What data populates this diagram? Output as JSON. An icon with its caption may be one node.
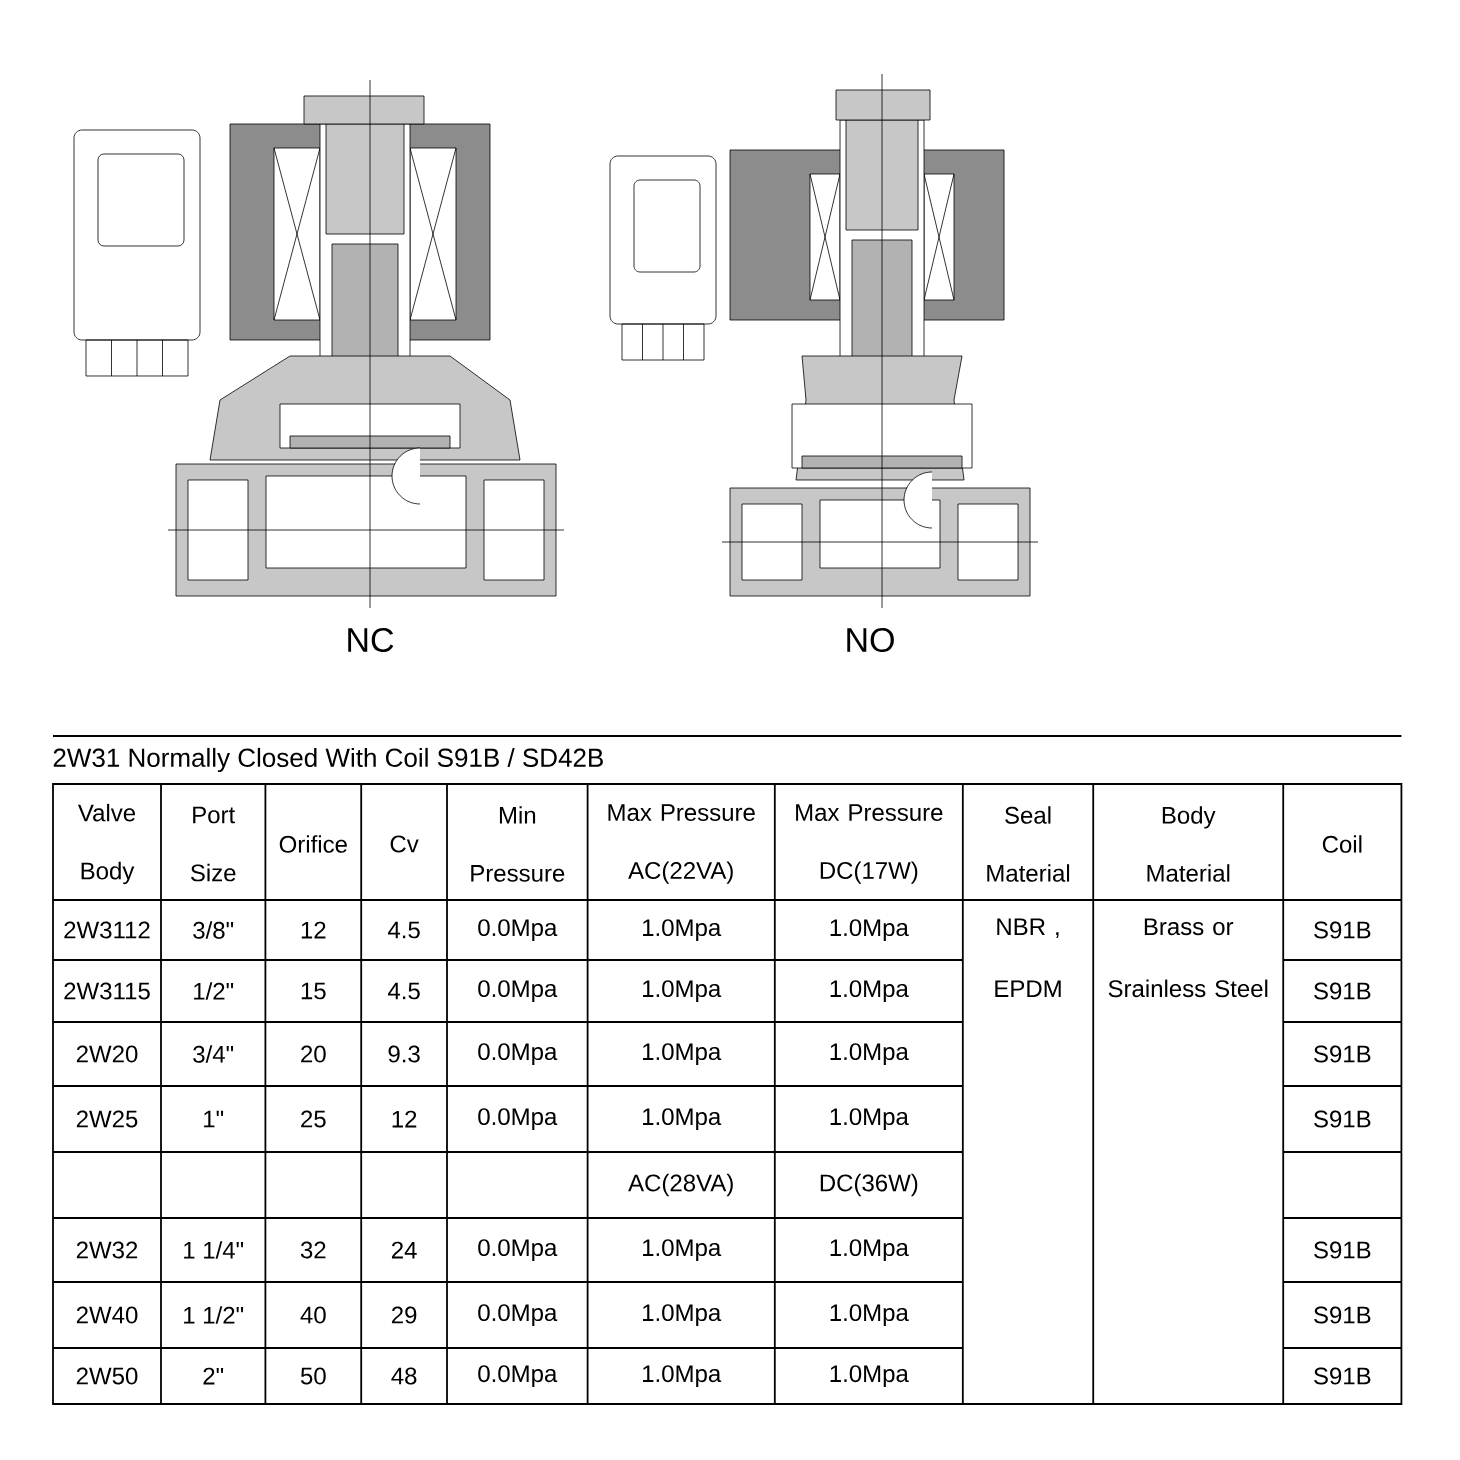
{
  "diagram": {
    "title": "2W31 Normally Closed With Coil S91B / SD42B",
    "labels": [
      "NC",
      "NO",
      "Valve Body",
      "Port Size",
      "Orifice",
      "Cv",
      "Min Pressure",
      "Max Pressure AC(22VA)",
      "Max Pressure DC(17W)",
      "Seal Material",
      "Body Material",
      "Coil",
      "2W3112",
      "3/8\"",
      "12",
      "4.5",
      "0.0Mpa",
      "1.0Mpa",
      "1.0Mpa",
      "NBR , EPDM",
      "Brass or Srainless Steel",
      "S91B",
      "2W3115",
      "1/2\"",
      "15",
      "4.5",
      "0.0Mpa",
      "1.0Mpa",
      "1.0Mpa",
      "S91B",
      "2W20",
      "3/4\"",
      "20",
      "9.3",
      "0.0Mpa",
      "1.0Mpa",
      "1.0Mpa",
      "S91B",
      "2W25",
      "1\"",
      "25",
      "12",
      "0.0Mpa",
      "1.0Mpa",
      "1.0Mpa",
      "S91B",
      "AC(28VA)",
      "DC(36W)",
      "2W32",
      "1 1/4\"",
      "32",
      "24",
      "0.0Mpa",
      "1.0Mpa",
      "1.0Mpa",
      "S91B",
      "2W40",
      "1 1/2\"",
      "40",
      "29",
      "0.0Mpa",
      "1.0Mpa",
      "1.0Mpa",
      "S91B",
      "2W50",
      "2\"",
      "50",
      "48",
      "0.0Mpa",
      "1.0Mpa",
      "1.0Mpa",
      "S91B"
    ]
  }
}
